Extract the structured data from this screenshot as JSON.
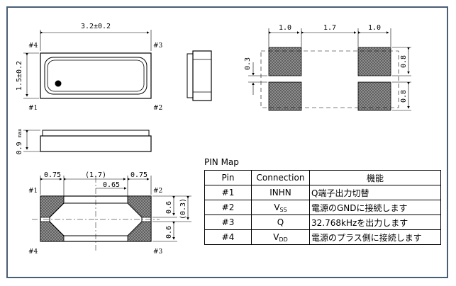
{
  "dimensions": {
    "top_width": "3.2±0.2",
    "top_height": "1.5±0.2",
    "side_height": "0.9",
    "side_height_unit": "max",
    "pad_width_left": "1.0",
    "pad_gap": "1.7",
    "pad_width_right": "1.0",
    "pad_height_top": "0.8",
    "pad_height_bottom": "0.8",
    "pad_vgap": "0.3",
    "bottom_left": "0.75",
    "bottom_center": "(1.7)",
    "bottom_inner": "0.65",
    "bottom_right": "0.75",
    "bottom_pad_top": "0.6",
    "bottom_pad_bottom": "0.6",
    "bottom_gap": "(0.3)"
  },
  "pin_labels": {
    "p1": "#1",
    "p2": "#2",
    "p3": "#3",
    "p4": "#4"
  },
  "pin_map": {
    "title": "PIN Map",
    "headers": [
      "Pin",
      "Connection",
      "機能"
    ],
    "rows": [
      {
        "pin": "#1",
        "conn": "INHN",
        "sub": "",
        "func": "Q端子出力切替"
      },
      {
        "pin": "#2",
        "conn": "V",
        "sub": "SS",
        "func": "電源のGNDに接続します"
      },
      {
        "pin": "#3",
        "conn": "Q",
        "sub": "",
        "func": "32.768kHzを出力します"
      },
      {
        "pin": "#4",
        "conn": "V",
        "sub": "DD",
        "func": "電源のプラス側に接続します"
      }
    ]
  },
  "colors": {
    "frame": "#4a5e73",
    "line": "#000000",
    "hatch_fill": "#8a8a8a"
  }
}
